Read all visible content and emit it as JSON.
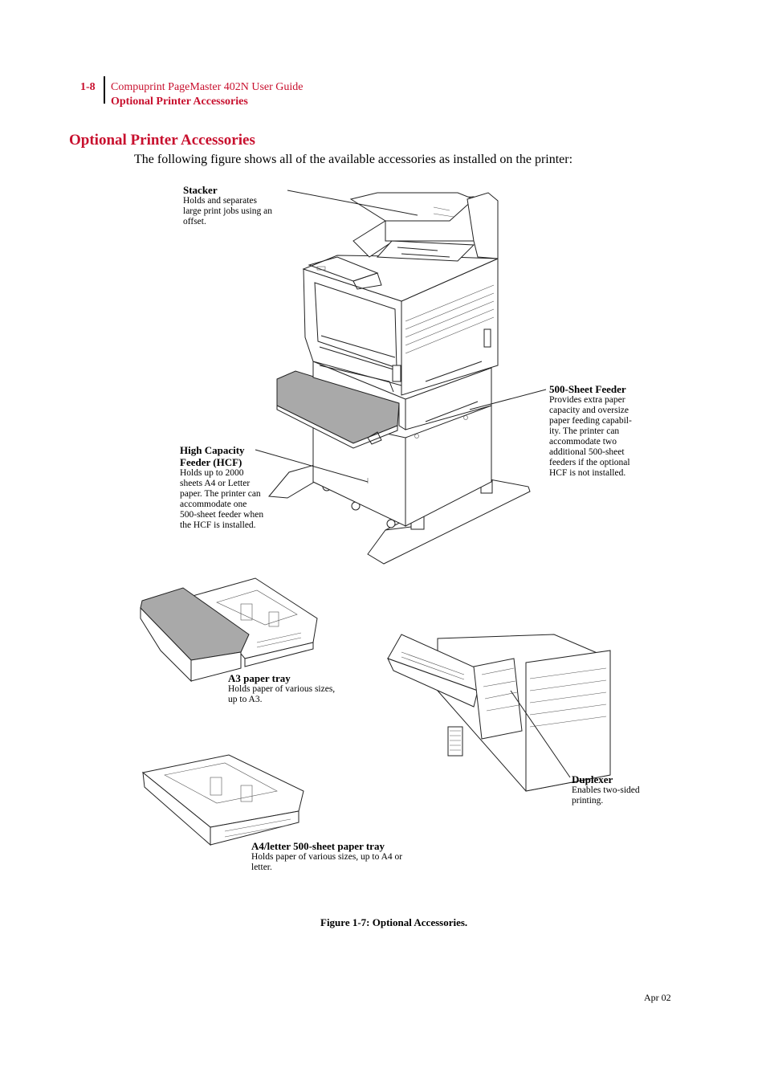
{
  "header": {
    "page_number": "1-8",
    "doc_title": "Compuprint PageMaster 402N User Guide",
    "section": "Optional Printer Accessories"
  },
  "section_title": "Optional Printer Accessories",
  "intro": "The following figure shows all of the available accessories as installed on the printer:",
  "callouts": {
    "stacker": {
      "title": "Stacker",
      "desc": [
        "Holds and separates",
        "large print jobs using an",
        "offset."
      ]
    },
    "feeder500": {
      "title": "500-Sheet Feeder",
      "desc": [
        "Provides extra paper",
        "capacity and oversize",
        "paper feeding capabil-",
        "ity. The printer can",
        "accommodate two",
        "additional 500-sheet",
        "feeders if the optional",
        "HCF is not installed."
      ]
    },
    "hcf": {
      "title": [
        "High Capacity",
        "Feeder (HCF)"
      ],
      "desc": [
        "Holds up to 2000",
        "sheets A4 or Letter",
        "paper. The printer can",
        "accommodate one",
        "500-sheet feeder when",
        "the HCF is installed."
      ]
    },
    "a3tray": {
      "title": "A3 paper tray",
      "desc": [
        "Holds paper of various sizes,",
        "up to A3."
      ]
    },
    "duplexer": {
      "title": "Duplexer",
      "desc": [
        "Enables two-sided",
        "printing."
      ]
    },
    "a4tray": {
      "title": "A4/letter 500-sheet paper tray",
      "desc": [
        "Holds paper of various sizes, up to A4 or",
        "letter."
      ]
    }
  },
  "figure_caption": "Figure 1-7:  Optional Accessories.",
  "footer_date": "Apr 02"
}
